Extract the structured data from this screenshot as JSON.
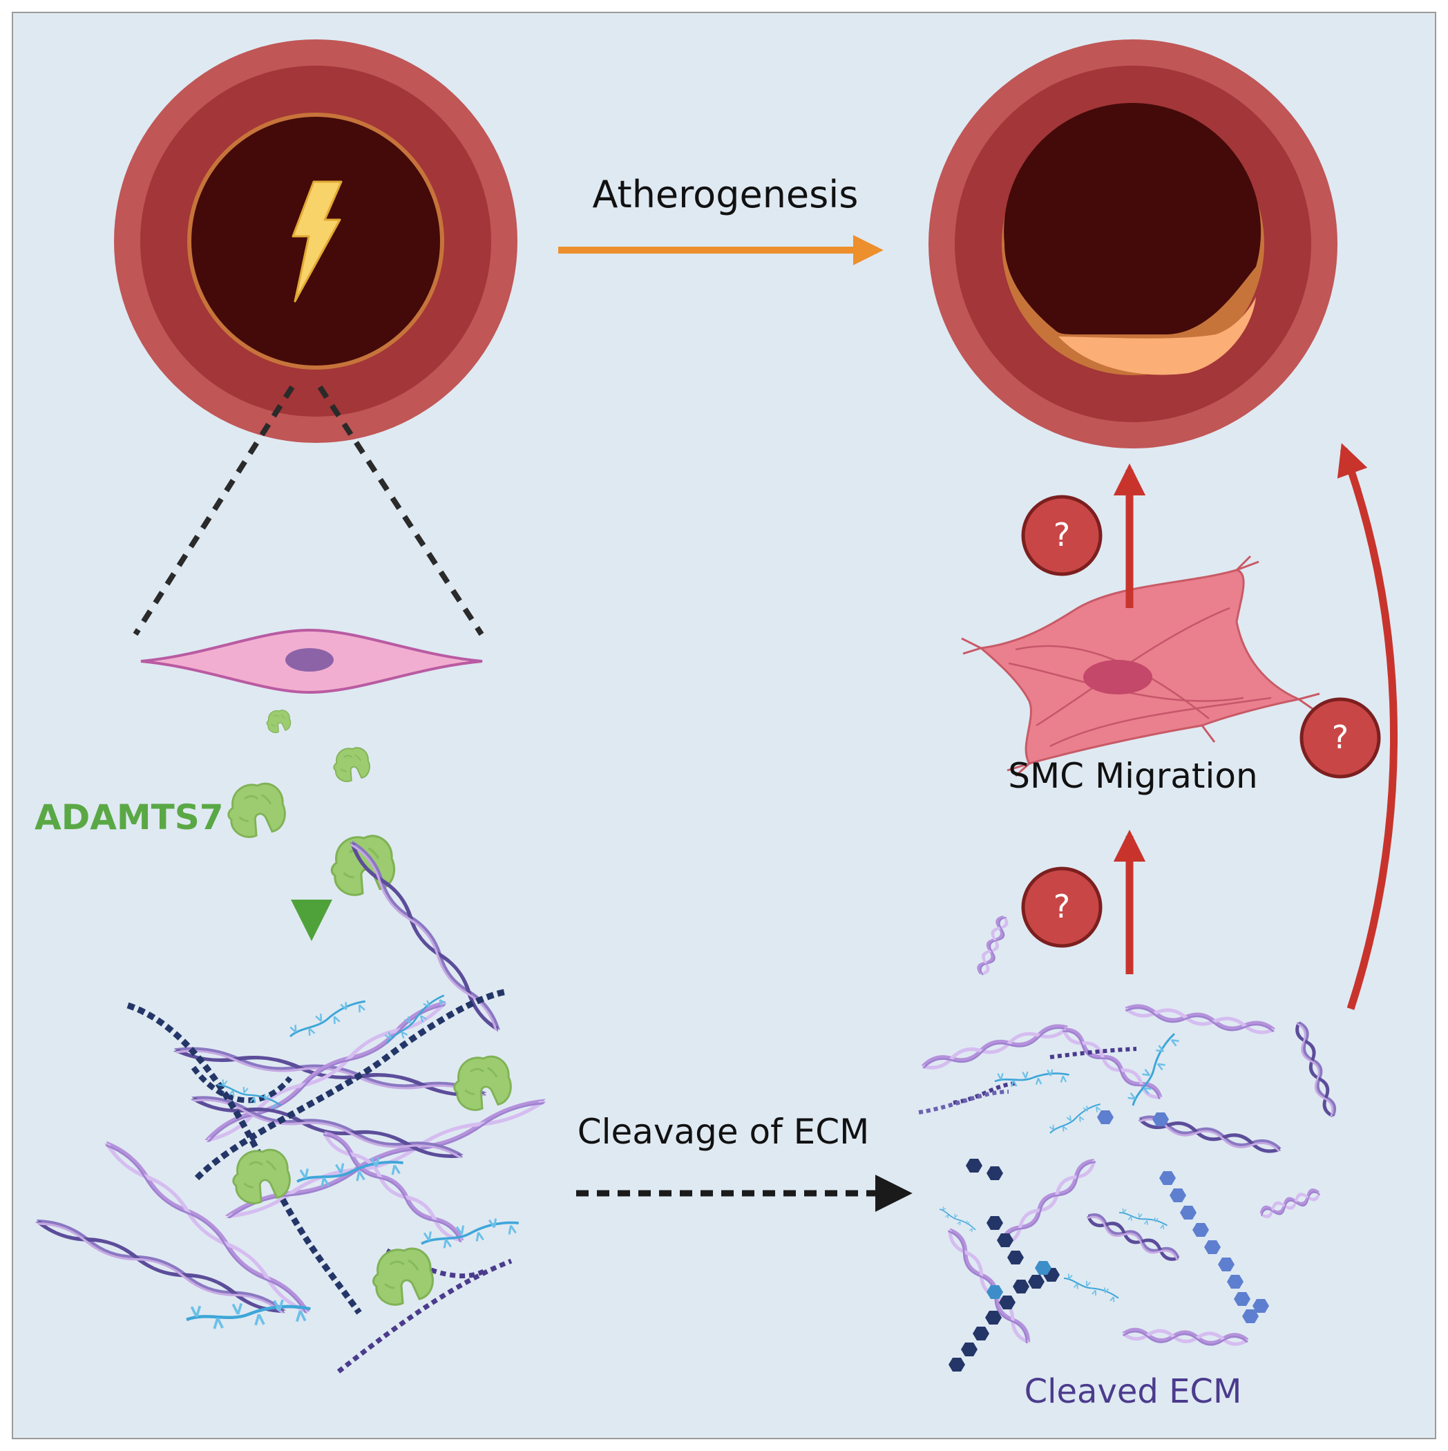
{
  "labels": {
    "atherogenesis": "Atherogenesis",
    "adamts7": "ADAMTS7",
    "cleavage": "Cleavage of ECM",
    "smc_migration": "SMC Migration",
    "cleaved_ecm": "Cleaved ECM",
    "question_mark": "?"
  },
  "colors": {
    "background": "#dfe9f2",
    "vessel_outer": "#c05656",
    "vessel_media": "#a33638",
    "lumen": "#430a09",
    "intima_ring": "#c7743b",
    "plaque": "#fbae75",
    "atherogenesis_arrow": "#ec8f2c",
    "adamts7": "#5aa845",
    "enzyme": "#9ccc6f",
    "red_arrow": "#c8342c",
    "question_circle": "#c94646",
    "smc_quiescent": "#f2aed0",
    "smc_migratory": "#ea7f8e",
    "fibril_purple": "#8a78c2",
    "fibril_light": "#c6a9e3",
    "proteoglycan_blue": "#3ea6d8",
    "beads_dark": "#243668",
    "cleaved_ecm_text": "#4b3b8c"
  },
  "icons": [
    "lightning-icon",
    "enzyme-icon",
    "question-icon"
  ]
}
